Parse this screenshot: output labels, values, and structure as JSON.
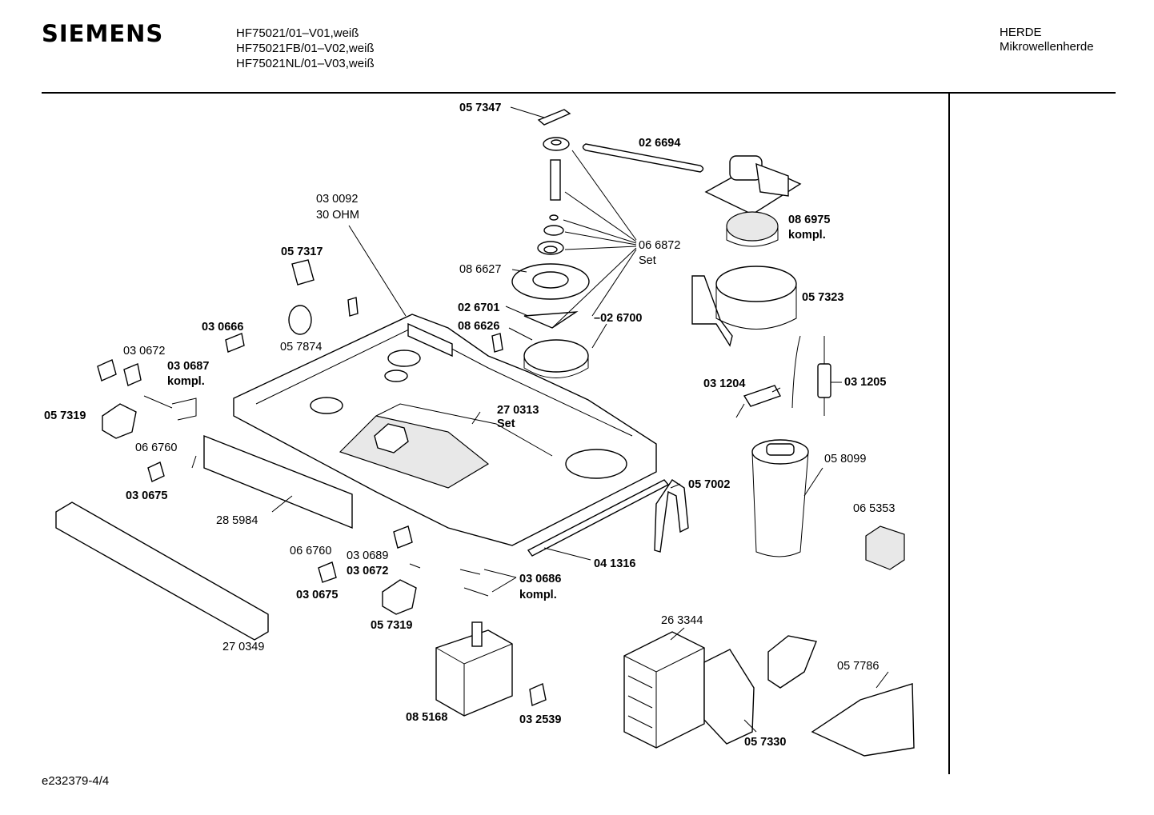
{
  "header": {
    "brand": "SIEMENS",
    "models": [
      "HF75021/01–V01,weiß",
      "HF75021FB/01–V02,weiß",
      "HF75021NL/01–V03,weiß"
    ],
    "category": "HERDE",
    "subcategory": "Mikrowellenherde"
  },
  "footer": {
    "code": "e232379-4/4"
  },
  "labels": {
    "l057347": "05 7347",
    "l026694": "02 6694",
    "l030092a": "03 0092",
    "l030092b": "30 OHM",
    "l057317": "05 7317",
    "l086975a": "08 6975",
    "l086975b": "kompl.",
    "l066872a": "06 6872",
    "l066872b": "Set",
    "l086627": "08 6627",
    "l057323": "05 7323",
    "l026701": "02 6701",
    "l026700": "–02 6700",
    "l086626": "08 6626",
    "l030666": "03 0666",
    "l057874": "05 7874",
    "l030672a": "03 0672",
    "l030687a": "03 0687",
    "l030687b": "kompl.",
    "l031204": "03 1204",
    "l031205": "03 1205",
    "l057319a": "05 7319",
    "l270313a": "27 0313",
    "l270313b": "Set",
    "l066760a": "06 6760",
    "l058099": "05 8099",
    "l030675a": "03 0675",
    "l057002": "05 7002",
    "l065353": "06 5353",
    "l285984": "28 5984",
    "l066760b": "06 6760",
    "l030689": "03 0689",
    "l030672b": "03 0672",
    "l041316": "04 1316",
    "l030686a": "03 0686",
    "l030686b": "kompl.",
    "l030675b": "03 0675",
    "l057319b": "05 7319",
    "l263344": "26 3344",
    "l270349": "27 0349",
    "l057786": "05 7786",
    "l085168": "08 5168",
    "l032539": "03 2539",
    "l057330": "05 7330"
  }
}
